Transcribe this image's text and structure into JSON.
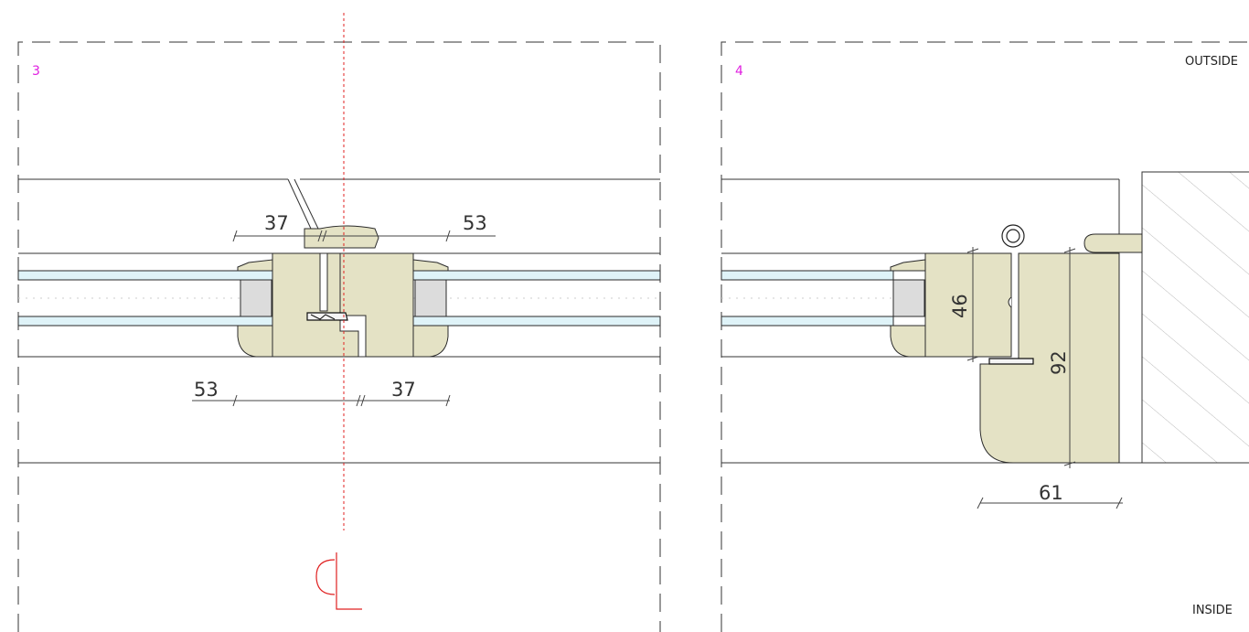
{
  "panels": [
    {
      "number": "3",
      "dimensions": {
        "top_left": "37",
        "top_right": "53",
        "bottom_left": "53",
        "bottom_right": "37"
      }
    },
    {
      "number": "4",
      "dimensions": {
        "vertical_small": "46",
        "vertical_large": "92",
        "horizontal": "61"
      },
      "labels": {
        "outside": "OUTSIDE",
        "inside": "INSIDE"
      }
    }
  ],
  "colors": {
    "timber": "#e4e2c5",
    "glass": "#dff3f8",
    "centreline": "#e02020",
    "panel_number": "#e020e0"
  },
  "symbols": {
    "centreline": "centreline-symbol"
  }
}
